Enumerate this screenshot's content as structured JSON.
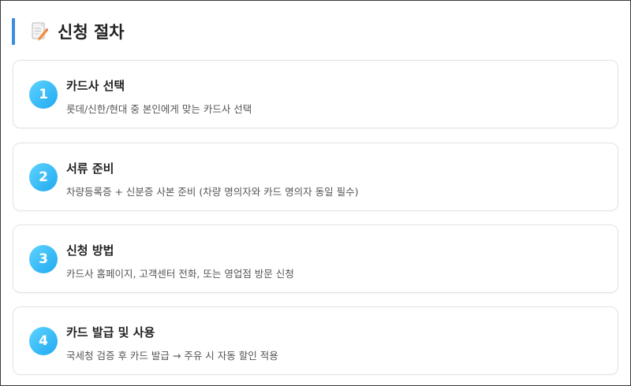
{
  "section": {
    "icon": "memo-pencil-icon",
    "title": "신청 절차",
    "accent_color": "#3a8de0"
  },
  "steps": [
    {
      "number": "1",
      "title": "카드사 선택",
      "description": "롯데/신한/현대 중 본인에게 맞는 카드사 선택"
    },
    {
      "number": "2",
      "title": "서류 준비",
      "description": "차량등록증 + 신분증 사본 준비 (차량 명의자와 카드 명의자 동일 필수)"
    },
    {
      "number": "3",
      "title": "신청 방법",
      "description": "카드사 홈페이지, 고객센터 전화, 또는 영업점 방문 신청"
    },
    {
      "number": "4",
      "title": "카드 발급 및 사용",
      "description": "국세청 검증 후 카드 발급 → 주유 시 자동 할인 적용"
    }
  ],
  "colors": {
    "badge_gradient_start": "#5fd3ff",
    "badge_gradient_end": "#1fa9f0",
    "card_border": "#dfe3e8"
  }
}
